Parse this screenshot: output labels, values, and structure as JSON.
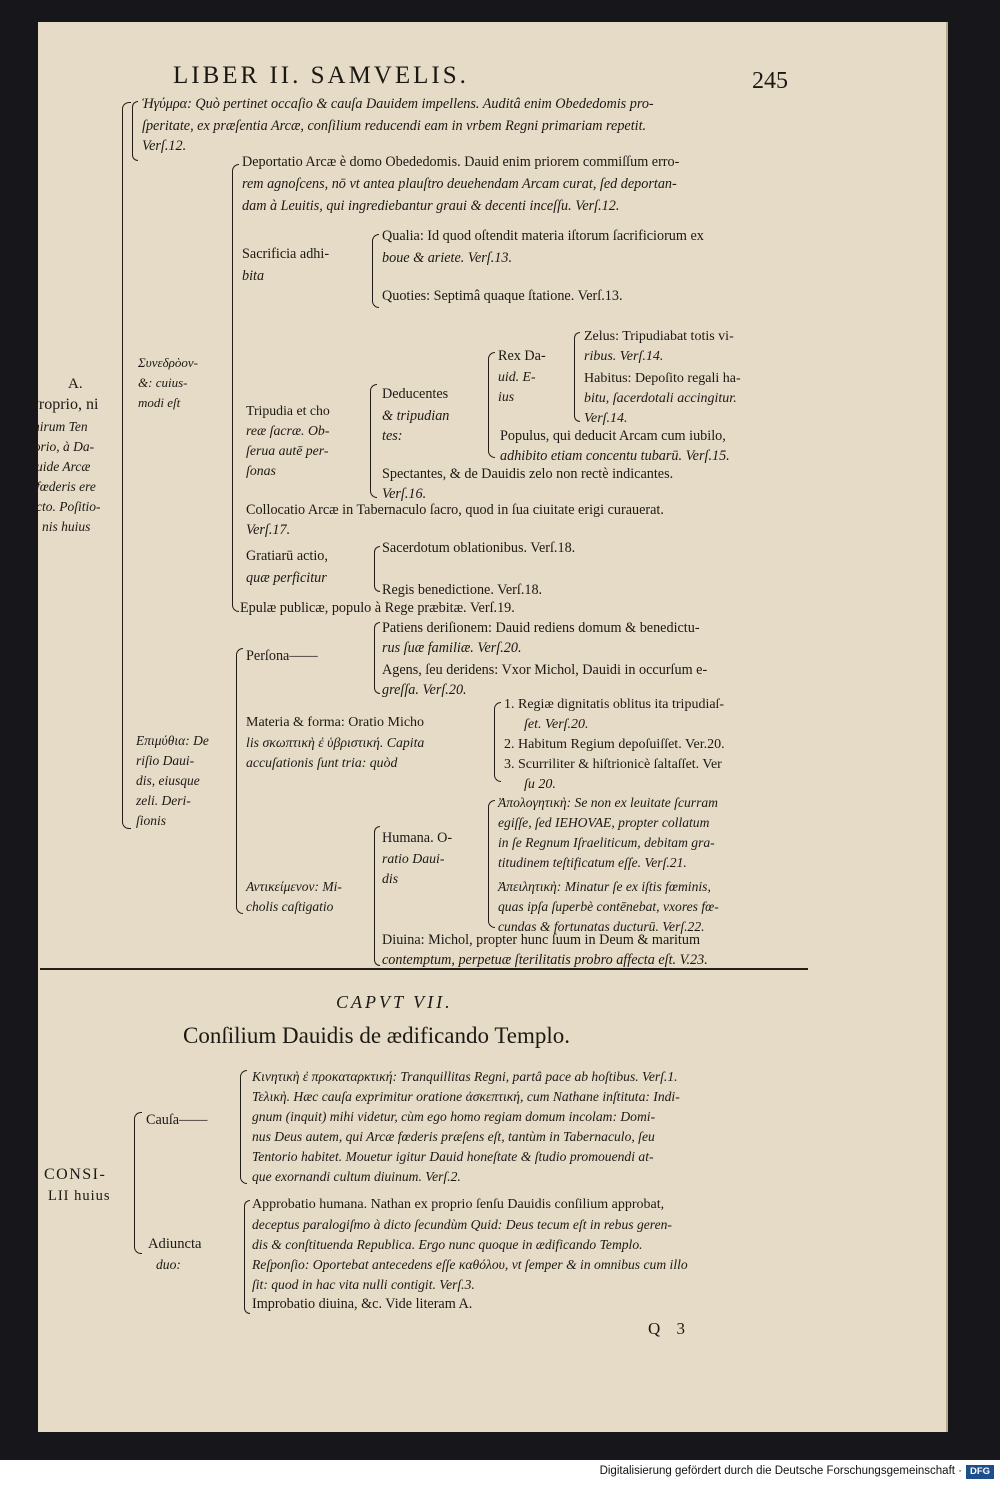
{
  "header": {
    "running_title": "LIBER II. SAMVELIS.",
    "page_number": "245"
  },
  "section1": {
    "hyparxis": {
      "lines": [
        "Ἡγύμρα: Quò pertinet occaſio & cauſa Dauidem impellens. Auditâ enim Obededomis pro-",
        "ſperitate, ex præſentia Arcæ, conſilium reducendi eam in vrbem Regni primariam repetit.",
        "Verſ.12."
      ]
    },
    "root_label": [
      "A.",
      "Proprio, ni",
      "mirum Ten",
      "torio, à Da-",
      "uide Arcæ",
      "fœderis ere",
      "cto. Poſitio-",
      "nis huius"
    ],
    "synedrion_label": [
      "Συνεδρὸον-",
      "&: cuius-",
      "modi eſt"
    ],
    "deportatio": [
      "Deportatio Arcæ è domo Obededomis. Dauid enim priorem commiſſum erro-",
      "rem agnoſcens, nō vt antea plauſtro deuehendam Arcam curat, ſed deportan-",
      "dam à Leuitis, qui ingrediebantur graui & decenti inceſſu. Verſ.12."
    ],
    "sacrificia": {
      "label": [
        "Sacrificia adhi-",
        "bita"
      ],
      "qualia": [
        "Qualia: Id quod oſtendit materia iſtorum ſacrificiorum ex",
        "boue & ariete. Verſ.13."
      ],
      "quoties": "Quoties: Septimâ quaque ſtatione. Verſ.13."
    },
    "tripudia": {
      "label": [
        "Tripudia et cho",
        "reæ ſacræ. Ob-",
        "ſerua autē per-",
        "ſonas"
      ],
      "deducentes": [
        "Deducentes",
        "& tripudian",
        "tes:"
      ],
      "rex": [
        "Rex Da-",
        "uid. E-",
        "ius"
      ],
      "zelus": [
        "Zelus: Tripudiabat totis vi-",
        "ribus. Verſ.14."
      ],
      "habitus": [
        "Habitus: Depoſito regali ha-",
        "bitu, ſacerdotali accingitur.",
        "Verſ.14."
      ],
      "populus": [
        "Populus, qui deducit Arcam cum iubilo,",
        "adhibito etiam concentu tubarū. Verſ.15."
      ],
      "spectantes": [
        "Spectantes, & de Dauidis zelo non rectè indicantes.",
        "Verſ.16."
      ]
    },
    "collocatio": [
      "Collocatio Arcæ in Tabernaculo ſacro, quod in ſua ciuitate erigi curauerat.",
      "Verſ.17."
    ],
    "gratiarum": {
      "label": [
        "Gratiarū actio,",
        "quæ perficitur"
      ],
      "sacerdotum": "Sacerdotum oblationibus. Verſ.18.",
      "regis": "Regis benedictione. Verſ.18."
    },
    "epulae": "Epulæ publicæ, populo à Rege præbitæ. Verſ.19.",
    "epimythion_label": [
      "Επιμύθια: De",
      "riſio Daui-",
      "dis, eiusque",
      "zeli. Deri-",
      "ſionis"
    ],
    "persona": {
      "label": "Perſona——",
      "patiens": [
        "Patiens deriſionem: Dauid rediens domum & benedictu-",
        "rus ſuæ familiæ. Verſ.20."
      ],
      "agens": [
        "Agens, ſeu deridens: Vxor Michol, Dauidi in occurſum e-",
        "greſſa. Verſ.20."
      ]
    },
    "materia": {
      "label": [
        "Materia & forma: Oratio Micho",
        "lis σκωπτικὴ ἐ ὑβριστική. Capita",
        "accuſationis ſunt tria: quòd"
      ],
      "items": [
        [
          "1. Regiæ dignitatis oblitus ita tripudiaſ-",
          "ſet. Verſ.20."
        ],
        [
          "2. Habitum Regium depoſuiſſet. Ver.20."
        ],
        [
          "3. Scurriliter & hiſtrionicè ſaltaſſet. Ver",
          "ſu 20."
        ]
      ]
    },
    "antikeimenon_label": [
      "Αντικείμενον: Mi-",
      "cholis caſtigatio"
    ],
    "humana": {
      "label": [
        "Humana. O-",
        "ratio Daui-",
        "dis"
      ],
      "apologetike": [
        "Ἀπολογητικὴ: Se non ex leuitate ſcurram",
        "egiſſe, ſed IEHOVAE, propter collatum",
        "in ſe Regnum Iſraeliticum, debitam gra-",
        "titudinem teſtificatum eſſe. Verſ.21."
      ],
      "apeiletike": [
        "Ἀπειλητικὴ: Minatur ſe ex iſtis fœminis,",
        "quas ipſa ſuperbè contēnebat, vxores fœ-",
        "cundas & fortunatas ducturū. Verſ.22."
      ]
    },
    "diuina": [
      "Diuina: Michol, propter hunc ſuum in Deum & maritum",
      "contemptum, perpetuæ ſterilitatis probro affecta eſt. V.23."
    ]
  },
  "chapter": {
    "number": "CAPVT VII.",
    "title": "Conſilium Dauidis de ædificando Templo."
  },
  "section2": {
    "root_label": [
      "CONSI-",
      "LII huius"
    ],
    "causa": {
      "label": "Cauſa——",
      "kinetike": "Κινητικὴ ἐ προκαταρκτική: Tranquillitas Regni, partâ pace ab hoſtibus. Verſ.1.",
      "telike": [
        "Τελικὴ. Hæc cauſa exprimitur oratione ἀσκεπτική, cum Nathane inſtituta: Indi-",
        "gnum (inquit) mihi videtur, cùm ego homo regiam domum incolam: Domi-",
        "nus Deus autem, qui Arcæ fœderis præſens eſt, tantùm in Tabernaculo, ſeu",
        "Tentorio habitet. Mouetur igitur Dauid honeſtate & ſtudio promouendi at-",
        "que exornandi cultum diuinum. Verſ.2."
      ]
    },
    "adiuncta": {
      "label": [
        "Adiuncta",
        "duo:"
      ],
      "approbatio": [
        "Approbatio humana. Nathan ex proprio ſenſu Dauidis conſilium approbat,",
        "deceptus paralogiſmo à dicto ſecundùm Quid: Deus tecum eſt in rebus geren-",
        "dis & conſtituenda Republica. Ergo nunc quoque in ædificando Templo.",
        "Reſponſio: Oportebat antecedens eſſe καθόλου, vt ſemper & in omnibus cum illo",
        "ſit: quod in hac vita nulli contigit. Verſ.3."
      ],
      "improbatio": "Improbatio diuina, &c. Vide literam A."
    }
  },
  "signature": "Q 3",
  "footer": {
    "credit": "Digitalisierung gefördert durch die Deutsche Forschungsgemeinschaft ·",
    "logo": "DFG"
  }
}
